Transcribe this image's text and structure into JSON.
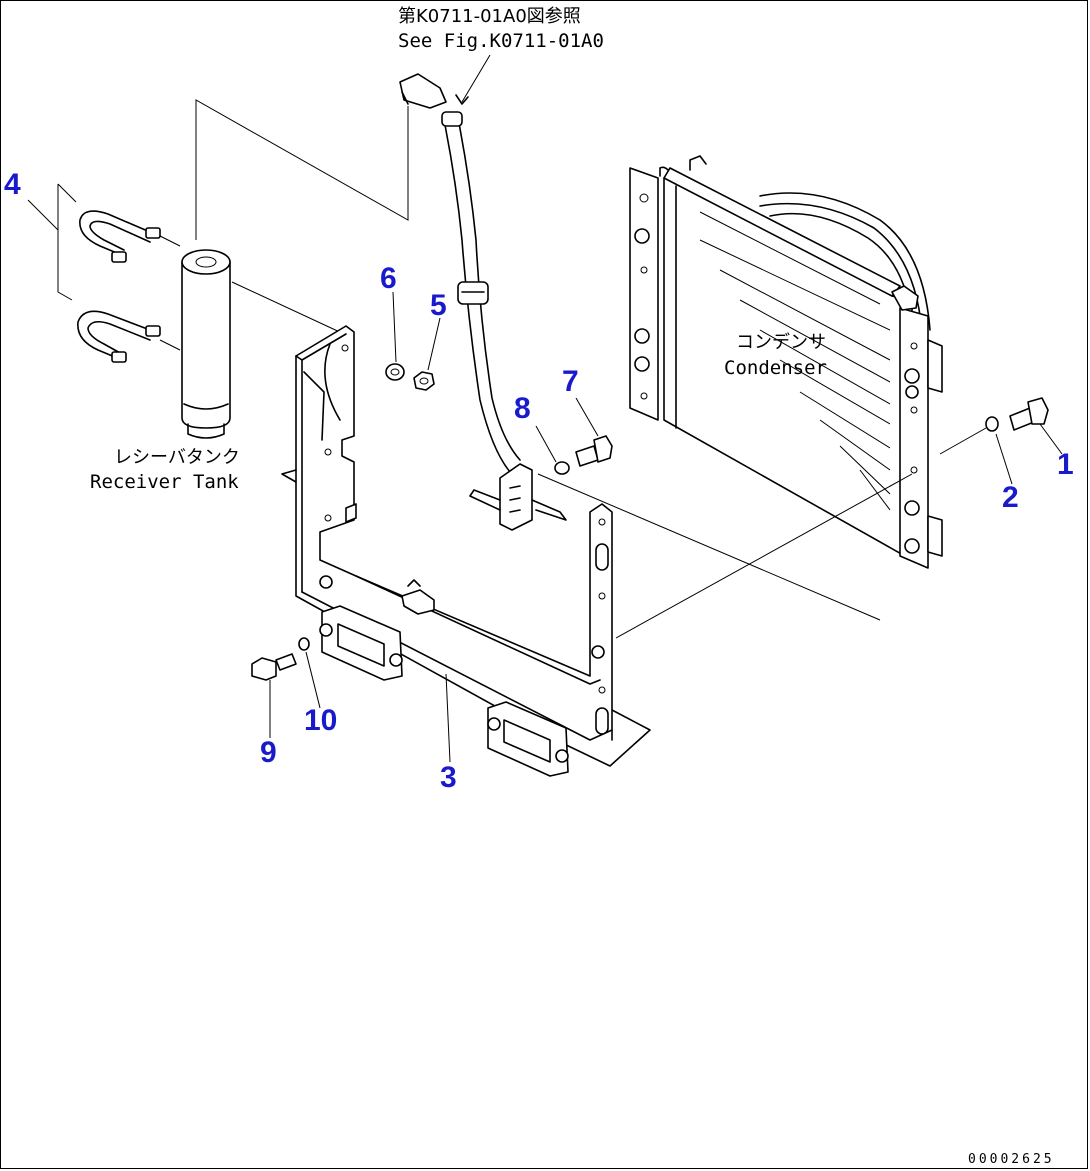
{
  "reference": {
    "jp": "第K0711-01A0図参照",
    "en": "See Fig.K0711-01A0"
  },
  "components": {
    "receiver_tank": {
      "jp": "レシーバタンク",
      "en": "Receiver Tank"
    },
    "condenser": {
      "jp": "コンデンサ",
      "en": "Condenser"
    }
  },
  "callouts": {
    "c1": "1",
    "c2": "2",
    "c3": "3",
    "c4": "4",
    "c5": "5",
    "c6": "6",
    "c7": "7",
    "c8": "8",
    "c9": "9",
    "c10": "10"
  },
  "document_number": "00002625",
  "colors": {
    "callout": "#1a1acd",
    "line": "#000000",
    "background": "#ffffff"
  }
}
